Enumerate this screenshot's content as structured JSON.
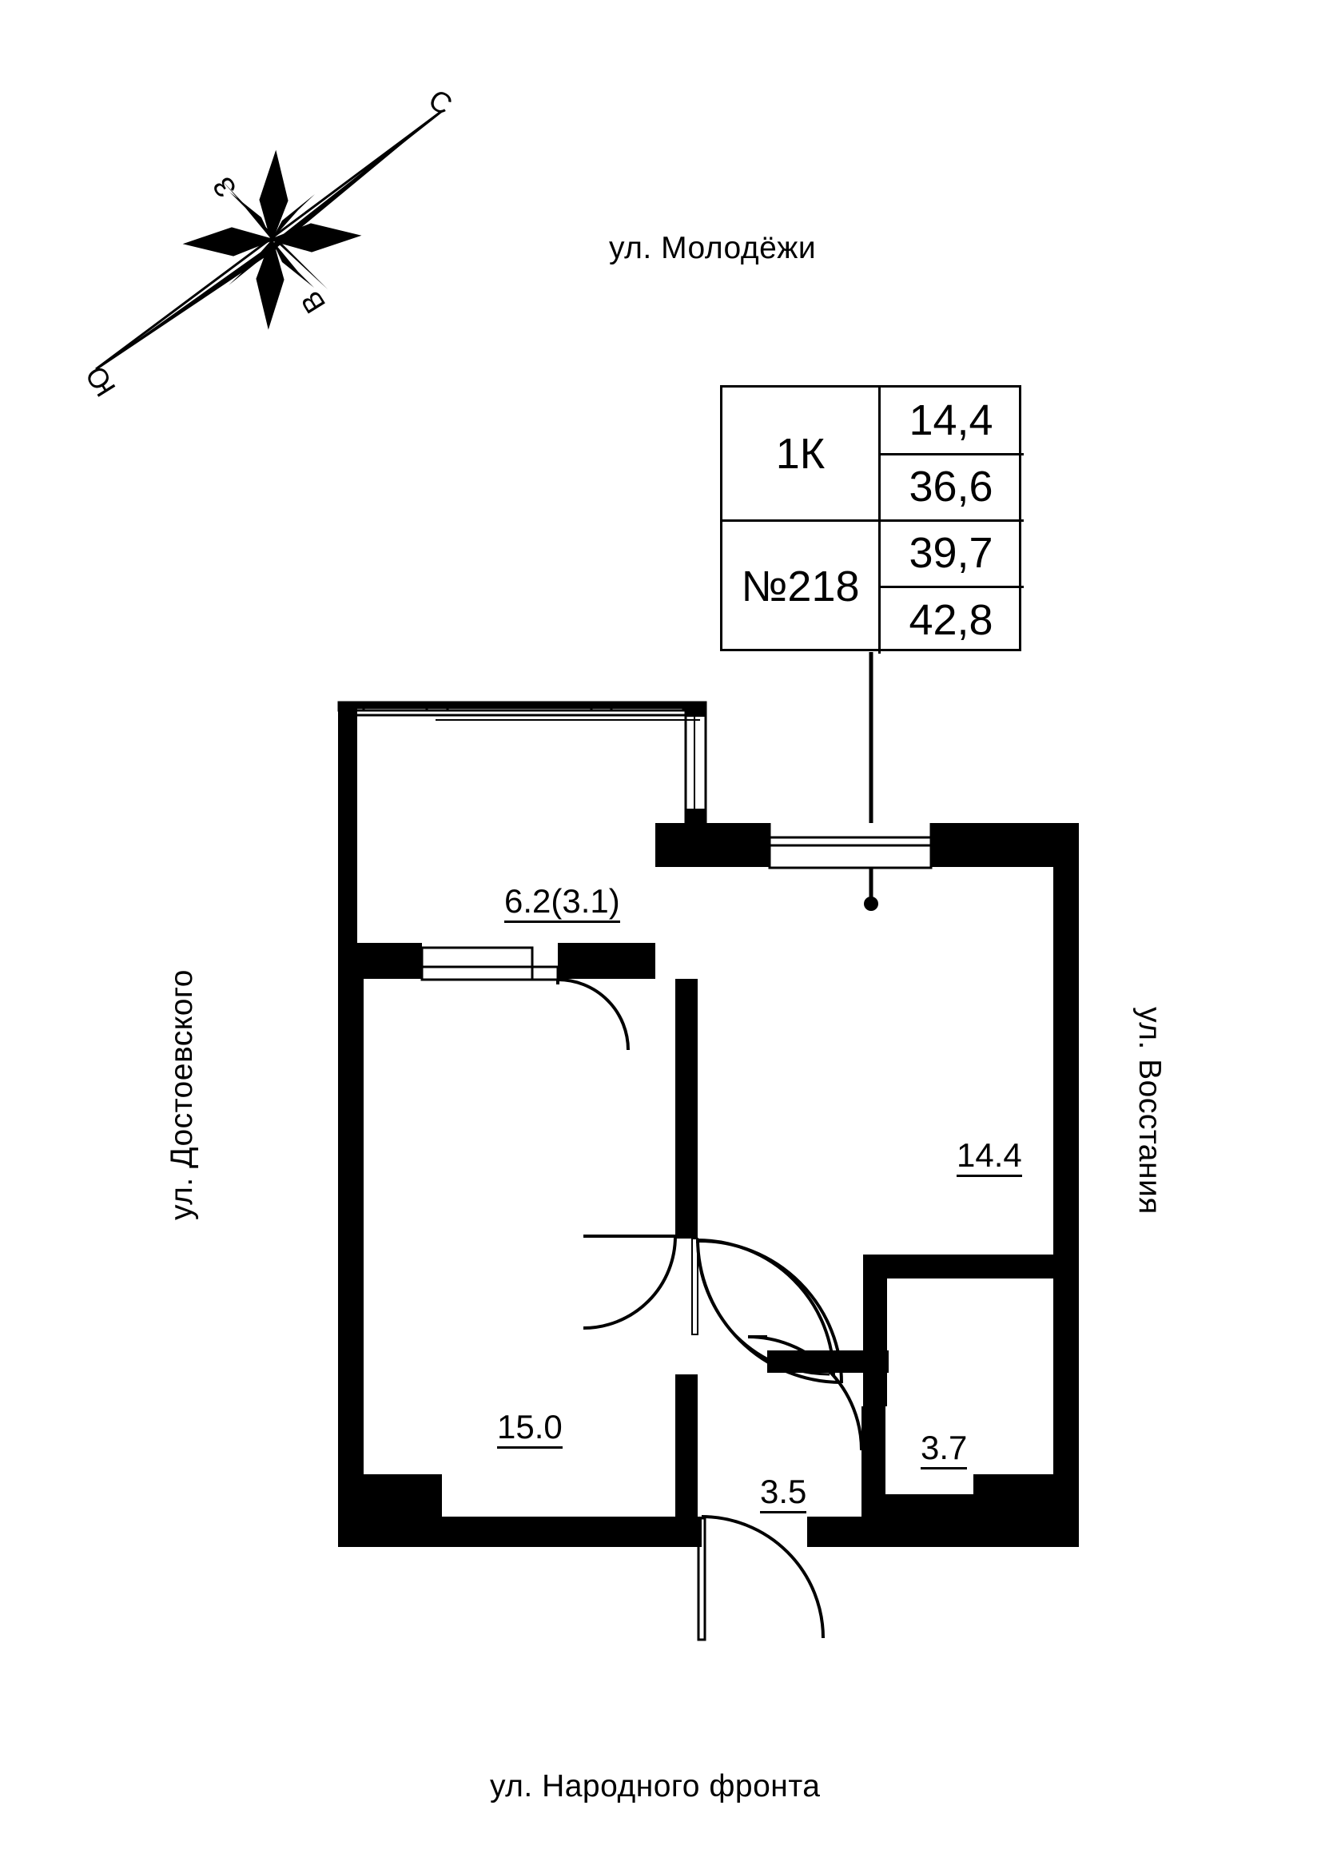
{
  "plan": {
    "type": "apartment-floor-plan",
    "streets": {
      "top": "ул. Молодёжи",
      "bottom": "ул. Народного фронта",
      "left": "ул. Достоевского",
      "right": "ул. Восстания"
    },
    "compass": {
      "north": "С",
      "west": "З",
      "east": "В",
      "south": "Ю"
    },
    "info_table": {
      "type_label": "1К",
      "number_label": "№218",
      "living_area": "14,4",
      "area_without_balcony": "36,6",
      "area_with_balcony_coef": "39,7",
      "total_area": "42,8"
    },
    "rooms": [
      {
        "name": "balcony",
        "label": "6.2(3.1)"
      },
      {
        "name": "living-room",
        "label": "14.4"
      },
      {
        "name": "kitchen-living",
        "label": "15.0"
      },
      {
        "name": "hall",
        "label": "3.5"
      },
      {
        "name": "bathroom",
        "label": "3.7"
      }
    ],
    "colors": {
      "wall": "#000000",
      "background": "#ffffff",
      "line": "#000000"
    }
  }
}
